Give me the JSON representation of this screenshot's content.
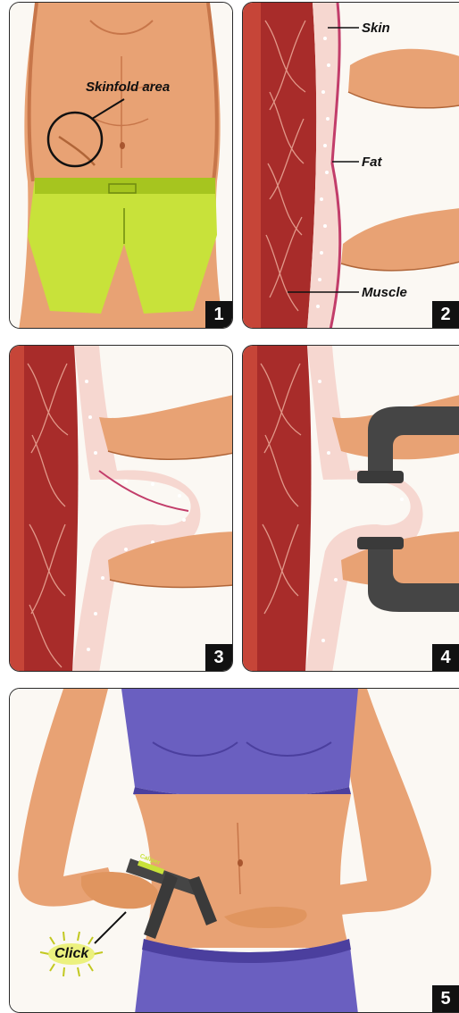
{
  "panels": [
    {
      "number": "1",
      "labels": {
        "skinfold_area": "Skinfold area"
      }
    },
    {
      "number": "2",
      "labels": {
        "skin": "Skin",
        "fat": "Fat",
        "muscle": "Muscle"
      }
    },
    {
      "number": "3"
    },
    {
      "number": "4"
    },
    {
      "number": "5",
      "labels": {
        "click": "Click",
        "caliper_brand": "Caliper"
      }
    }
  ],
  "colors": {
    "skin": "#e8a274",
    "skin_shadow": "#c7764a",
    "shorts_green": "#c8e23a",
    "muscle": "#a82c2a",
    "fat": "#f6d7d0",
    "top_purple": "#6a5fc0",
    "caliper": "#454545",
    "click_glow": "#e9f06a"
  }
}
